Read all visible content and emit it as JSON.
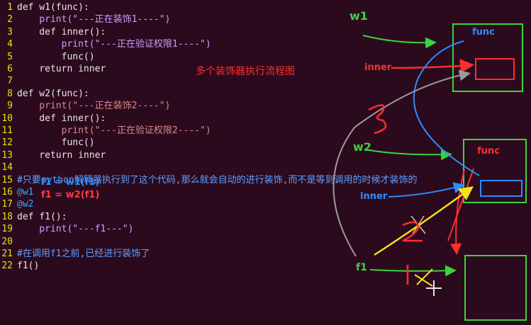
{
  "title_annotation": "多个装饰器执行流程图",
  "code_lines": [
    {
      "no": "1",
      "text": "def w1(func):"
    },
    {
      "no": "2",
      "text": "    print(\"---正在装饰1----\")"
    },
    {
      "no": "3",
      "text": "    def inner():"
    },
    {
      "no": "4",
      "text": "        print(\"---正在验证权限1----\")"
    },
    {
      "no": "5",
      "text": "        func()"
    },
    {
      "no": "6",
      "text": "    return inner"
    },
    {
      "no": "7",
      "text": ""
    },
    {
      "no": "8",
      "text": "def w2(func):"
    },
    {
      "no": "9",
      "text": "    print(\"---正在装饰2----\")"
    },
    {
      "no": "10",
      "text": "    def inner():"
    },
    {
      "no": "11",
      "text": "        print(\"---正在验证权限2----\")"
    },
    {
      "no": "12",
      "text": "        func()"
    },
    {
      "no": "13",
      "text": "    return inner"
    },
    {
      "no": "14",
      "text": ""
    },
    {
      "no": "15",
      "text": "#只要python解释器执行到了这个代码,那么就会自动的进行装饰,而不是等到调用的时候才装饰的"
    },
    {
      "no": "16",
      "text": "@w1"
    },
    {
      "no": "17",
      "text": "@w2"
    },
    {
      "no": "18",
      "text": "def f1():"
    },
    {
      "no": "19",
      "text": "    print(\"---f1---\")"
    },
    {
      "no": "20",
      "text": ""
    },
    {
      "no": "21",
      "text": "#在调用f1之前,已经进行装饰了"
    },
    {
      "no": "22",
      "text": "f1()"
    }
  ],
  "handwritten": {
    "w1": "w1",
    "w2": "w2",
    "inner_red": "inner",
    "inner_blue": "inner",
    "f1": "f1",
    "func_top": "func",
    "func_mid": "func",
    "anno_w1": "f1 = w1(f1)",
    "anno_w2": "f1 = w2(f1)",
    "num3": "3",
    "num2": "2",
    "num1": "1"
  },
  "colors": {
    "background": "#2c0a1e",
    "line_number": "#e6e600",
    "green": "#38d43a",
    "red": "#ff2e2e",
    "blue": "#2f8cff",
    "yellow": "#f5e21a",
    "gray": "#9a9a9a"
  }
}
